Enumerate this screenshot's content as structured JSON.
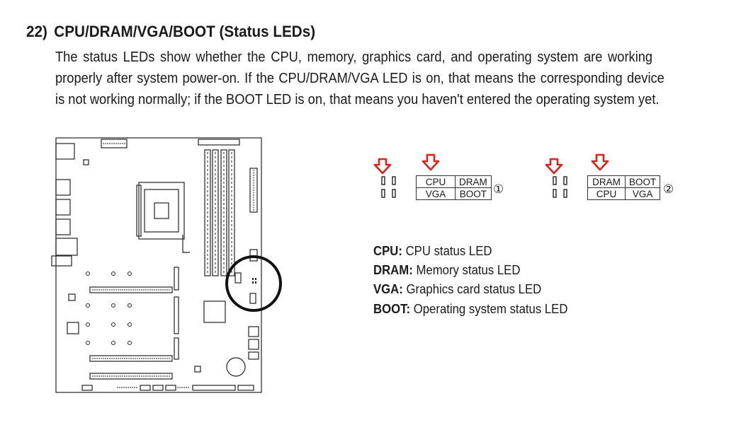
{
  "section": {
    "number": "22)",
    "title": "CPU/DRAM/VGA/BOOT (Status LEDs)",
    "lines": [
      "The status LEDs show whether the CPU, memory, graphics card, and operating system are working",
      "properly after system power-on. If the CPU/DRAM/VGA LED is on, that means the corresponding device",
      "is not working normally; if the BOOT LED is on, that means you haven't entered the operating system yet."
    ]
  },
  "layout_a": {
    "top_left": "CPU",
    "top_right": "DRAM",
    "bottom_left": "VGA",
    "bottom_right": "BOOT",
    "marker": "①"
  },
  "layout_b": {
    "top_left": "DRAM",
    "top_right": "BOOT",
    "bottom_left": "CPU",
    "bottom_right": "VGA",
    "marker": "②"
  },
  "legend": [
    {
      "term": "CPU:",
      "desc": " CPU status LED"
    },
    {
      "term": "DRAM:",
      "desc": " Memory status LED"
    },
    {
      "term": "VGA:",
      "desc": " Graphics card status LED"
    },
    {
      "term": "BOOT:",
      "desc": " Operating system status LED"
    }
  ],
  "colors": {
    "arrow": "#e0201b",
    "ink": "#1a1a1a"
  }
}
